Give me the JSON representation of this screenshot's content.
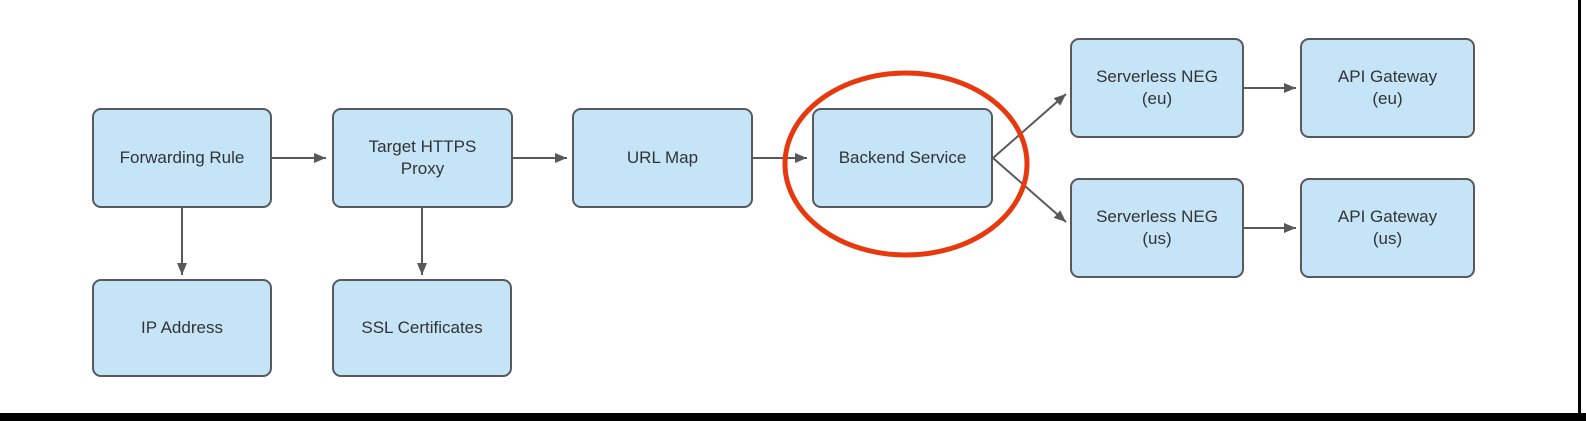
{
  "diagram": {
    "nodes": {
      "forwarding_rule": {
        "label": "Forwarding Rule"
      },
      "target_https_proxy": {
        "line1": "Target HTTPS",
        "line2": "Proxy"
      },
      "url_map": {
        "label": "URL Map"
      },
      "backend_service": {
        "label": "Backend Service"
      },
      "serverless_neg_eu": {
        "line1": "Serverless NEG",
        "line2": "(eu)"
      },
      "api_gateway_eu": {
        "line1": "API Gateway",
        "line2": "(eu)"
      },
      "serverless_neg_us": {
        "line1": "Serverless NEG",
        "line2": "(us)"
      },
      "api_gateway_us": {
        "line1": "API Gateway",
        "line2": "(us)"
      }
    },
    "sub_nodes": {
      "ip_address": {
        "label": "IP Address"
      },
      "ssl_certificates": {
        "label": "SSL Certificates"
      }
    },
    "highlight": {
      "shape": "ellipse",
      "around": "Backend Service",
      "color": "#E8380D"
    },
    "colors": {
      "node_fill": "#C5E4F7",
      "node_border": "#595959",
      "arrow": "#595959",
      "text": "#333333",
      "frame": "#000000",
      "background": "#ffffff"
    }
  }
}
